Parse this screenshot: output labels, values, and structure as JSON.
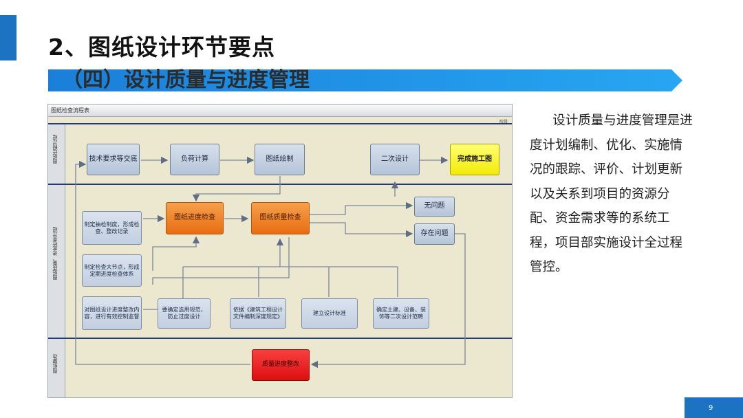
{
  "slide": {
    "title": "2、图纸设计环节要点",
    "section": "（四）设计质量与进度管理",
    "description": "设计质量与进度管理是进度计划编制、优化、实施情况的跟踪、评价、计划更新以及关系到项目的资源分配、资金需求等的系统工程，项目部实施设计全过程管控。",
    "page_number": "9"
  },
  "flowchart": {
    "title": "图纸检查流程表",
    "corner": "阶段",
    "lanes": [
      "图纸绘制过程",
      "图纸质量、进度检查过程",
      "图纸整改"
    ],
    "nodes": {
      "tech_req": "技术要求等交底",
      "load_calc": "负荷计算",
      "drawing": "图纸绘制",
      "secondary": "二次设计",
      "complete": "完成施工图",
      "progress_check": "图纸进度检查",
      "quality_check": "图纸质量检查",
      "no_issue": "无问题",
      "has_issue": "存在问题",
      "note1": "制定抽检制度，形成检查、整改记录",
      "note2": "制定检查大节点，形成定期进度检查体系",
      "note3": "对图纸设计进度整改内容，进行有效控制监督",
      "note4": "要确定选用规范，防止过度设计",
      "note5": "依据《建筑工程设计文件编制深度规定》",
      "note6": "建立设计标准",
      "note7": "确定土建、设备、装饰等二次设计范畴",
      "rectify": "质量进度整改"
    }
  },
  "colors": {
    "accent_blue": "#1b73c2",
    "banner_blue": "#1e90e3",
    "node_orange": "#ee7a1e",
    "node_yellow": "#ffff33",
    "node_red": "#e51a1a",
    "lane_line": "#233b7d"
  }
}
